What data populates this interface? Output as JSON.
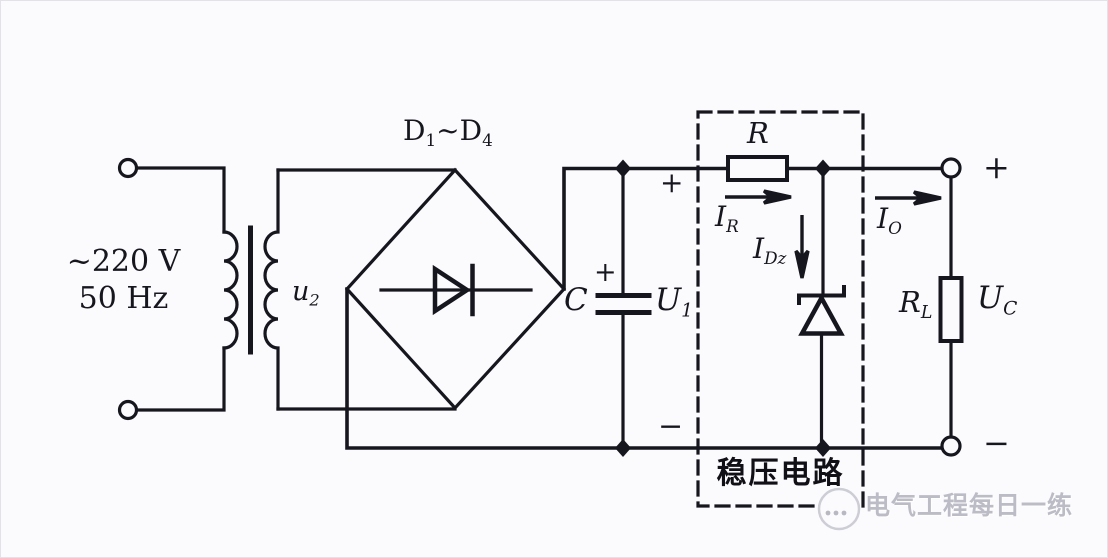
{
  "colors": {
    "stroke": "#16161e",
    "background": "#fbfbfd",
    "watermark": "#bcbcc6"
  },
  "ac_input": {
    "voltage": "~220 V",
    "frequency": "50 Hz"
  },
  "transformer": {
    "secondary_voltage": {
      "base": "u",
      "sub": "2"
    }
  },
  "bridge": {
    "label": {
      "b1": "D",
      "s1": "1",
      "tilde": "~",
      "b2": "D",
      "s2": "4"
    }
  },
  "filter": {
    "cap": "C",
    "cap_plus": "+",
    "u1": {
      "base": "U",
      "sub": "1"
    },
    "u1_plus": "+",
    "u1_minus": "−"
  },
  "regulator": {
    "r": "R",
    "ir": {
      "base": "I",
      "sub": "R"
    },
    "idz": {
      "base": "I",
      "sub": "Dz"
    },
    "box_title": "稳压电路"
  },
  "output": {
    "io": {
      "base": "I",
      "sub": "O"
    },
    "rl": {
      "base": "R",
      "sub": "L"
    },
    "uc": {
      "base": "U",
      "sub": "C"
    },
    "plus": "+",
    "minus": "−"
  },
  "watermark": {
    "text": "电气工程每日一练"
  }
}
